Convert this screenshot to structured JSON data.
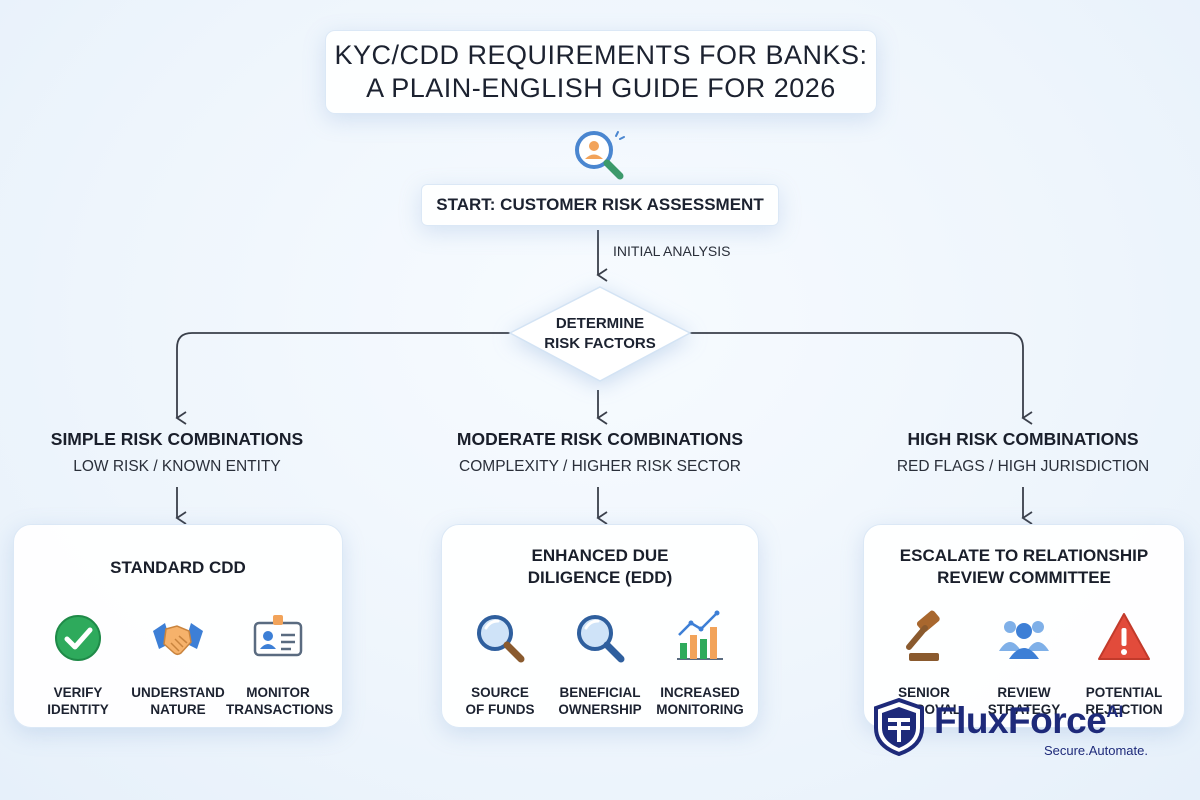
{
  "title": {
    "line1": "KYC/CDD REQUIREMENTS FOR BANKS:",
    "line2": "A PLAIN-ENGLISH GUIDE FOR 2026"
  },
  "start": {
    "label": "START: CUSTOMER RISK ASSESSMENT",
    "icon": "magnifier-person-icon"
  },
  "arrow_label": "INITIAL ANALYSIS",
  "decision": {
    "line1": "DETERMINE",
    "line2": "RISK FACTORS"
  },
  "branches": [
    {
      "title": "SIMPLE RISK COMBINATIONS",
      "subtitle": "LOW RISK / KNOWN ENTITY",
      "result": {
        "line1": "STANDARD CDD",
        "line2": ""
      },
      "items": [
        {
          "line1": "VERIFY",
          "line2": "IDENTITY",
          "icon": "check-circle-icon"
        },
        {
          "line1": "UNDERSTAND",
          "line2": "NATURE",
          "icon": "handshake-icon"
        },
        {
          "line1": "MONITOR",
          "line2": "TRANSACTIONS",
          "icon": "id-card-icon"
        }
      ]
    },
    {
      "title": "MODERATE RISK COMBINATIONS",
      "subtitle": "COMPLEXITY / HIGHER RISK SECTOR",
      "result": {
        "line1": "ENHANCED DUE",
        "line2": "DILIGENCE (EDD)"
      },
      "items": [
        {
          "line1": "SOURCE",
          "line2": "OF FUNDS",
          "icon": "magnifier-icon"
        },
        {
          "line1": "BENEFICIAL",
          "line2": "OWNERSHIP",
          "icon": "magnifier-icon"
        },
        {
          "line1": "INCREASED",
          "line2": "MONITORING",
          "icon": "bar-chart-icon"
        }
      ]
    },
    {
      "title": "HIGH RISK COMBINATIONS",
      "subtitle": "RED FLAGS / HIGH JURISDICTION",
      "result": {
        "line1": "ESCALATE TO RELATIONSHIP",
        "line2": "REVIEW COMMITTEE"
      },
      "items": [
        {
          "line1": "SENIOR",
          "line2": "APPROVAL",
          "icon": "gavel-icon"
        },
        {
          "line1": "REVIEW",
          "line2": "STRATEGY",
          "icon": "group-icon"
        },
        {
          "line1": "POTENTIAL",
          "line2": "REJECTION",
          "icon": "warning-icon"
        }
      ]
    }
  ],
  "brand": {
    "name": "FluxForce",
    "sup": "AI",
    "tagline": "Secure.Automate."
  },
  "colors": {
    "accent_blue": "#3d7fd6",
    "line": "#3a3f4a",
    "brand_navy": "#1e2a7a",
    "check_green": "#2eaa5c",
    "warning_red": "#e24b3b"
  }
}
